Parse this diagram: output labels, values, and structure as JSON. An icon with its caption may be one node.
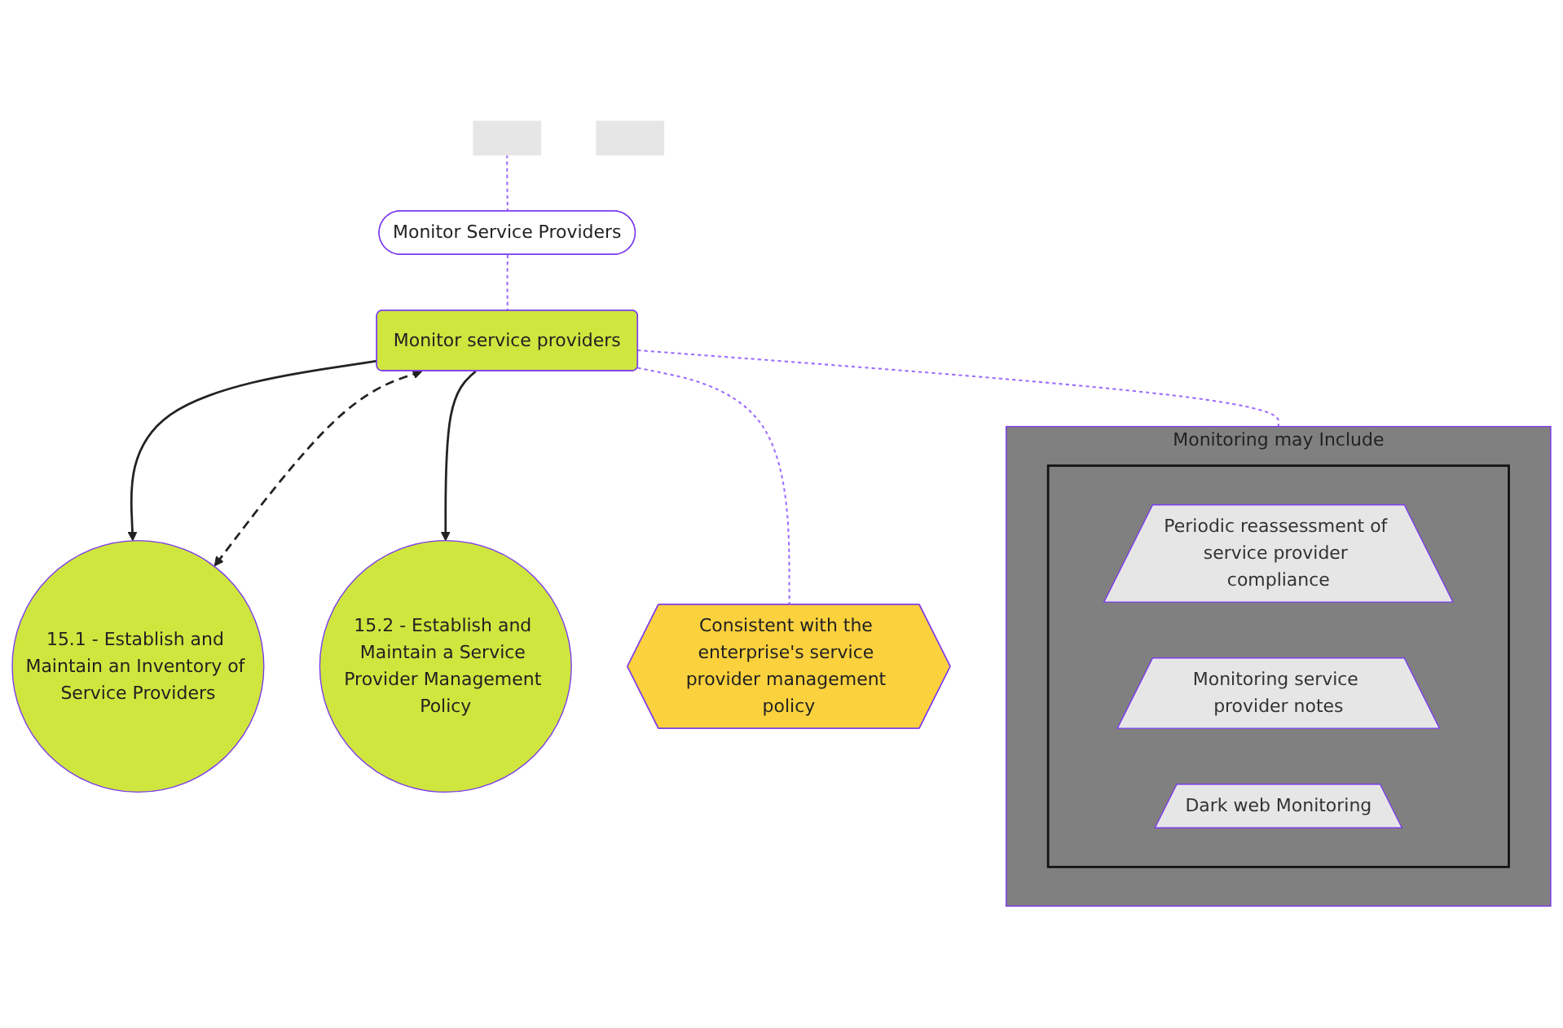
{
  "diagram": {
    "nodes": [
      {
        "text": [],
        "shape": "box"
      },
      {
        "text": [],
        "shape": "box"
      },
      {
        "text": [
          "Monitor Service Providers"
        ]
      },
      {
        "text": [
          "15.1 - Establish and Maintain an Inventory of Service Providers"
        ]
      },
      {
        "text": [
          "15.2 - Establish and Maintain a Service Provider Management Policy"
        ]
      },
      {
        "text": [
          "Monitor service providers"
        ]
      },
      {
        "text": [
          "Consistent with the enterprise's service provider management policy"
        ]
      },
      {
        "text": [
          "Monitoring may Include"
        ]
      },
      {
        "text": [],
        "shape": "box",
        "in": 7
      },
      {
        "text": [
          "Periodic reassessment of service provider compliance"
        ],
        "in": 8
      },
      {
        "text": [
          "Monitoring service provider notes"
        ],
        "in": 8
      },
      {
        "text": [
          "Dark web Monitoring"
        ],
        "in": 8
      }
    ],
    "edges": [
      {
        "from": 0,
        "to": 2,
        "arrow": "none",
        "style": "dashed"
      },
      {
        "from": 2,
        "to": 5,
        "arrow": "none",
        "style": "dashed"
      },
      {
        "from": 3,
        "to": 5,
        "arrow": "both",
        "style": "dashed",
        "color": "#222222"
      },
      {
        "from": 5,
        "to": 3,
        "arrow": "to",
        "color": "#222222"
      },
      {
        "from": 5,
        "to": 4,
        "arrow": "to",
        "color": "#222222"
      },
      {
        "from": 5,
        "to": 6,
        "arrow": "none",
        "style": "dashed"
      },
      {
        "from": 5,
        "to": 7,
        "arrow": "none",
        "style": "dashed"
      }
    ]
  }
}
